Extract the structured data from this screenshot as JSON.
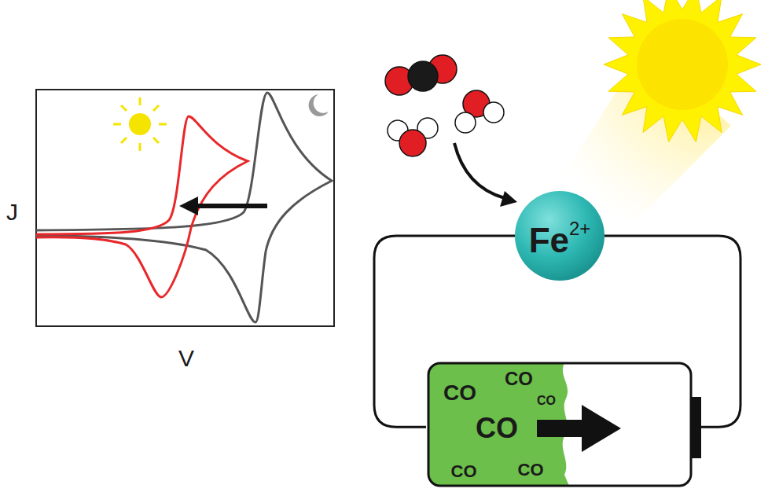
{
  "diagram": {
    "nodes": [
      {
        "text": [
          "Fe",
          "2+"
        ]
      },
      {
        "text": [
          "CO",
          "CO",
          "CO",
          "CO",
          "CO",
          "CO"
        ]
      }
    ],
    "edges": [
      {
        "from": 0,
        "to": 1,
        "arrow": "none"
      },
      {
        "from": 0,
        "to": 1,
        "arrow": "none"
      }
    ],
    "labels": [
      "J",
      "V"
    ]
  }
}
